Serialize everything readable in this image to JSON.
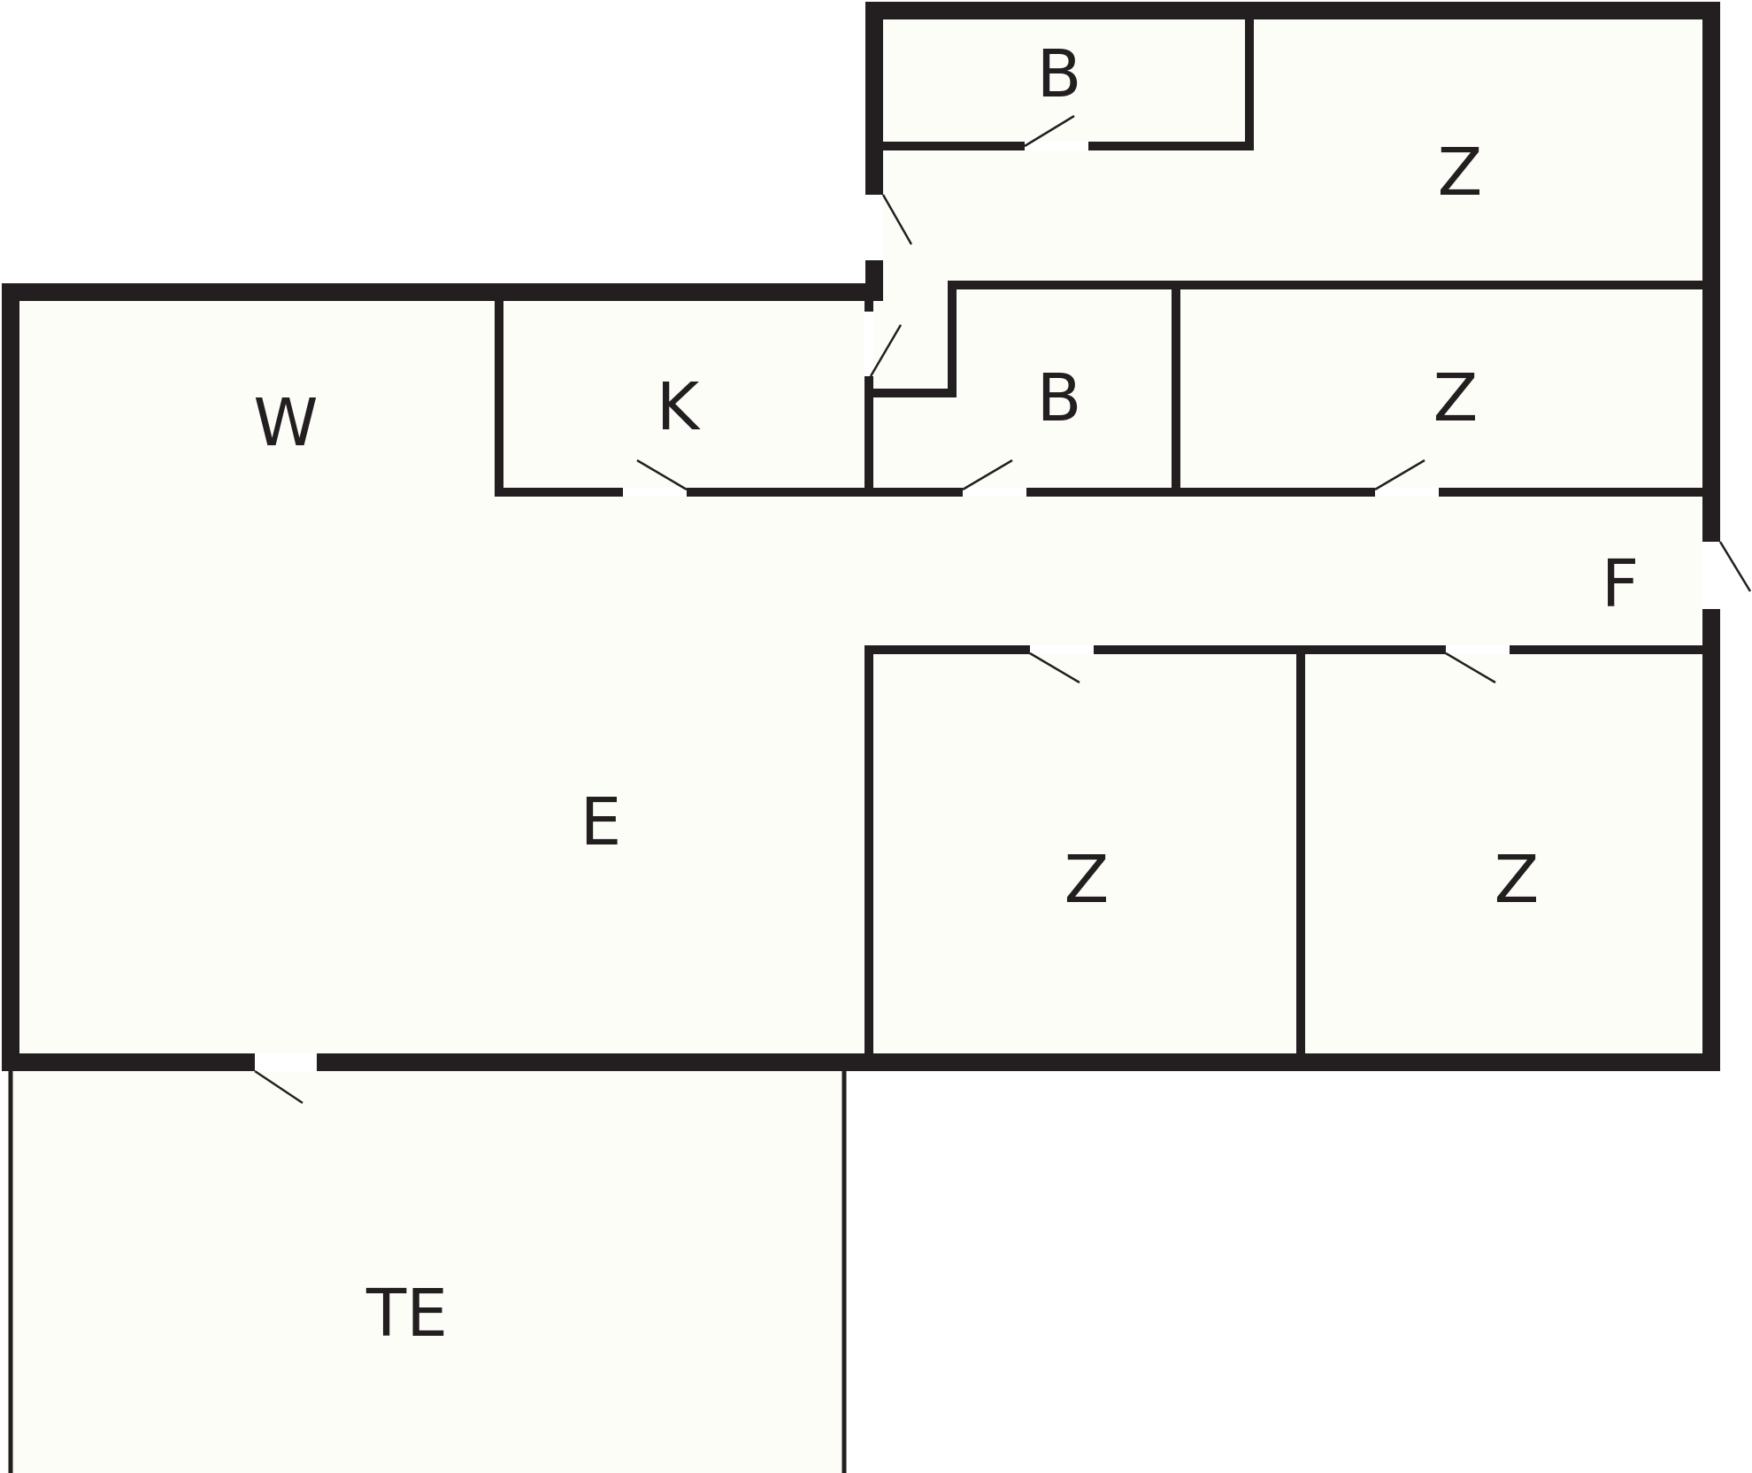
{
  "floor_plan": {
    "colors": {
      "wall": "#231f20",
      "floor": "#fdfdf8",
      "background": "#ffffff"
    },
    "rooms": [
      {
        "id": "bath-top",
        "label": "B"
      },
      {
        "id": "bedroom-top",
        "label": "Z"
      },
      {
        "id": "living",
        "label": "W"
      },
      {
        "id": "kitchen",
        "label": "K"
      },
      {
        "id": "bath-mid",
        "label": "B"
      },
      {
        "id": "bedroom-mid",
        "label": "Z"
      },
      {
        "id": "hallway",
        "label": "F"
      },
      {
        "id": "dining",
        "label": "E"
      },
      {
        "id": "bedroom-bottom-left",
        "label": "Z"
      },
      {
        "id": "bedroom-bottom-right",
        "label": "Z"
      },
      {
        "id": "terrace",
        "label": "TE"
      }
    ]
  }
}
